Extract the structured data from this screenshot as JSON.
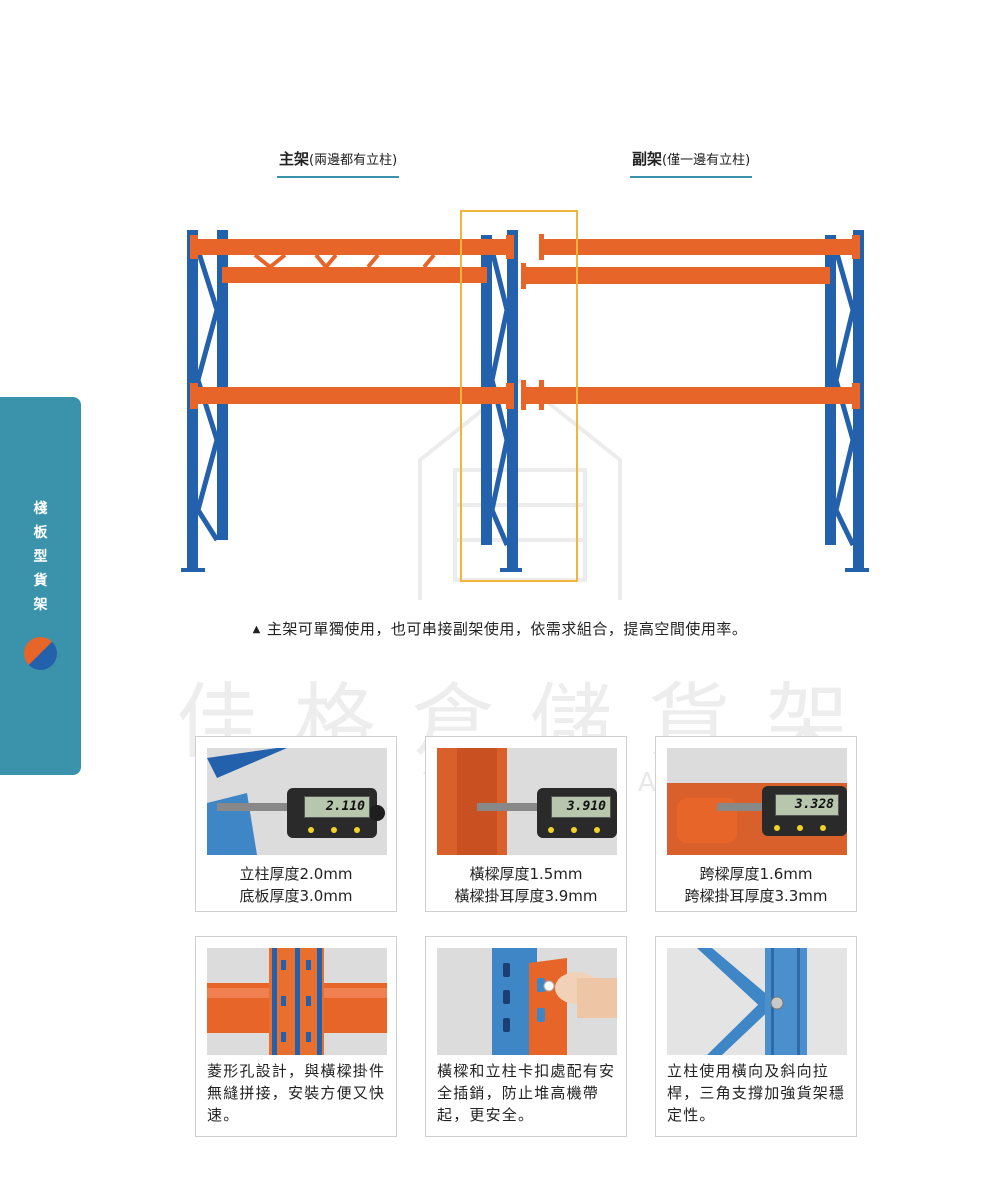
{
  "side_tab": {
    "chars": [
      "棧",
      "板",
      "型",
      "貨",
      "架"
    ]
  },
  "main_rack": {
    "title": "主架",
    "note": "(兩邊都有立柱)"
  },
  "sub_rack": {
    "title": "副架",
    "note": "(僅一邊有立柱)"
  },
  "caption": "主架可單獨使用，也可串接副架使用，依需求組合，提高空間使用率。",
  "watermark": {
    "cn": "佳格倉儲貨架",
    "en": "STEEL TECH VALUE"
  },
  "cards": [
    {
      "lines": [
        "立柱厚度2.0mm",
        "底板厚度3.0mm"
      ],
      "reading": "2.110"
    },
    {
      "lines": [
        "橫樑厚度1.5mm",
        "橫樑掛耳厚度3.9mm"
      ],
      "reading": "3.910"
    },
    {
      "lines": [
        "跨樑厚度1.6mm",
        "跨樑掛耳厚度3.3mm"
      ],
      "reading": "3.328"
    },
    {
      "lines": [
        "菱形孔設計，與橫樑掛件",
        "無縫拼接，安裝方便又快",
        "速。"
      ]
    },
    {
      "lines": [
        "橫樑和立柱卡扣處配有安",
        "全插銷，防止堆高機帶",
        "起，更安全。"
      ]
    },
    {
      "lines": [
        "立柱使用橫向及斜向拉",
        "桿，三角支撐加強貨架穩",
        "定性。"
      ]
    }
  ],
  "colors": {
    "upright_blue": "#2461ad",
    "beam_orange": "#e8652a",
    "accent_teal": "#3a93ab",
    "highlight_yellow": "#f2b43a"
  }
}
